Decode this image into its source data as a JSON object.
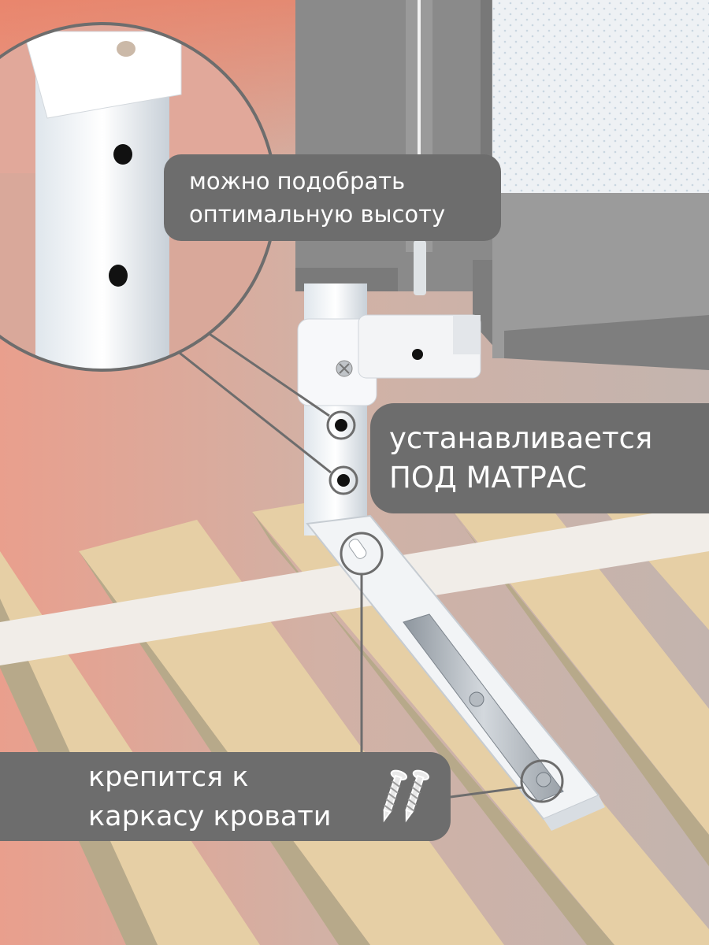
{
  "callouts": {
    "height": {
      "line1": "можно подобрать",
      "line2": "оптимальную высоту"
    },
    "mattress": {
      "line1": "устанавливается",
      "line2": "ПОД МАТРАС"
    },
    "frame": {
      "line1": "крепится к",
      "line2": "каркасу кровати"
    }
  },
  "icons": [
    "screws-icon"
  ],
  "colors": {
    "callout_bg": "#6d6d6d",
    "callout_text": "#ffffff",
    "slat": "#e6cfa5",
    "fabric": "#8a8a8a",
    "accent": "#e3897a"
  }
}
